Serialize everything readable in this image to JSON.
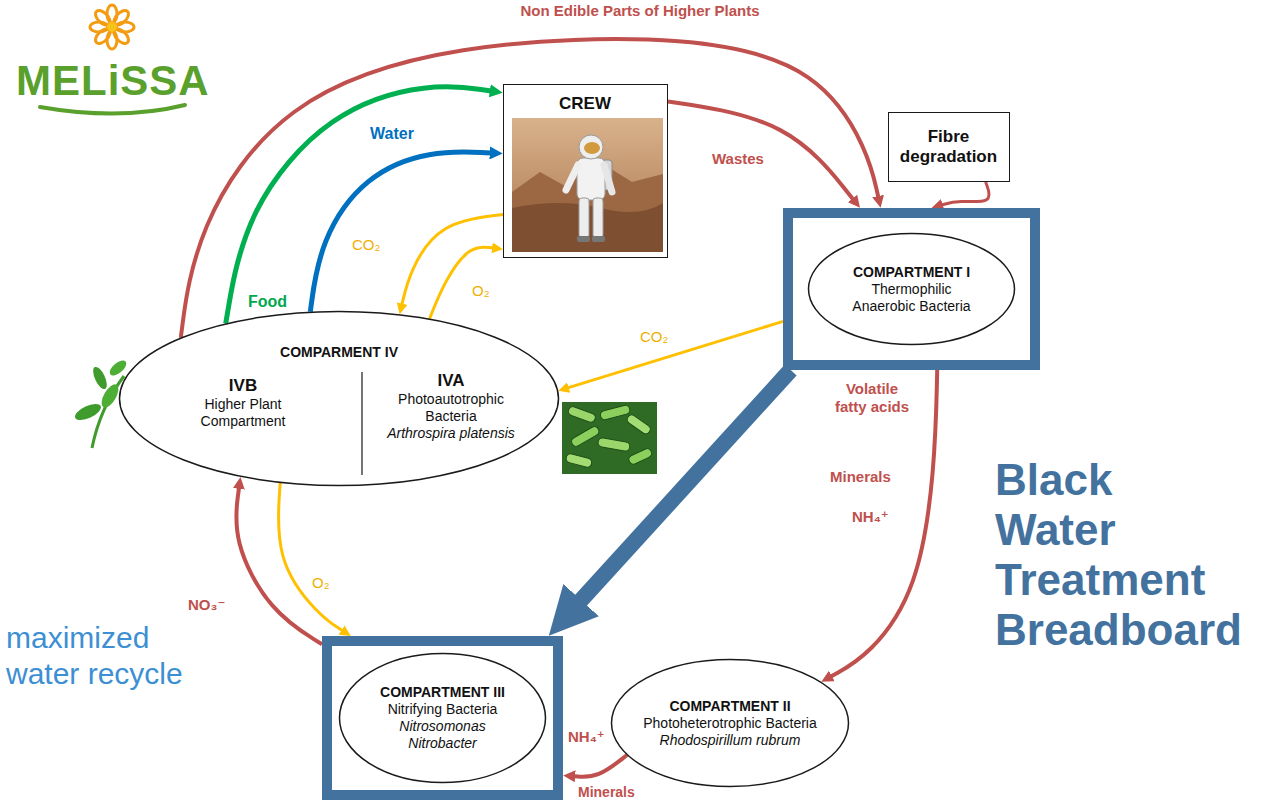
{
  "diagram": {
    "nodes": [
      {
        "text": [
          "CREW"
        ]
      },
      {
        "text": [
          "Fibre degradation"
        ]
      },
      {
        "text": [
          "COMPARTMENT I",
          "Thermophilic Anaerobic Bacteria"
        ]
      },
      {
        "text": [
          "COMPARMENT IV"
        ]
      },
      {
        "text": [
          "IVB",
          "Higher Plant Compartment"
        ],
        "in": 3
      },
      {
        "text": [
          "IVA",
          "Photoautotrophic Bacteria",
          "Arthrospira platensis"
        ],
        "in": 3
      },
      {
        "text": [
          "COMPARTMENT III",
          "Nitrifying Bacteria",
          "Nitrosomonas Nitrobacter"
        ]
      },
      {
        "text": [
          "COMPARTMENT II",
          "Photoheterotrophic Bacteria",
          "Rhodospirillum rubrum"
        ]
      }
    ],
    "edges": [
      {
        "from": 3,
        "to": 2,
        "label": "Non Edible Parts of Higher Plants",
        "arrow": "to"
      },
      {
        "from": 3,
        "to": 0,
        "label": "Food",
        "arrow": "to"
      },
      {
        "from": 3,
        "to": 0,
        "label": "Water",
        "arrow": "to"
      },
      {
        "from": 0,
        "to": 3,
        "label": "CO₂",
        "arrow": "to"
      },
      {
        "from": 3,
        "to": 0,
        "label": "O₂",
        "arrow": "to"
      },
      {
        "from": 0,
        "to": 2,
        "label": "Wastes",
        "arrow": "to"
      },
      {
        "from": 1,
        "to": 2,
        "arrow": "to"
      },
      {
        "from": 2,
        "to": 3,
        "label": "CO₂",
        "arrow": "to"
      },
      {
        "from": 2,
        "to": 7,
        "label": "Volatile fatty acids",
        "arrow": "to"
      },
      {
        "from": 2,
        "to": 6,
        "arrow": "to"
      },
      {
        "from": 7,
        "to": 6,
        "label": "NH₄⁺",
        "arrow": "to"
      },
      {
        "from": 6,
        "to": 3,
        "label": "NO₃⁻",
        "arrow": "to"
      },
      {
        "from": 3,
        "to": 6,
        "label": "O₂",
        "arrow": "to"
      }
    ],
    "labels": [
      "MELiSSA",
      "Minerals",
      "NH₄⁺",
      "Minerals",
      "Black Water Treatment Breadboard",
      "maximized water recycle"
    ]
  }
}
